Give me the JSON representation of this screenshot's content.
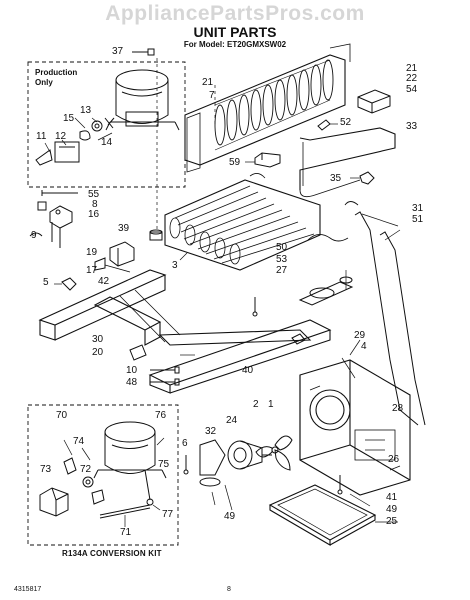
{
  "watermark": "AppliancePartsPros.com",
  "header": {
    "title": "UNIT PARTS",
    "subtitle": "For Model: ET20GMXSW02"
  },
  "annotations": {
    "production_only": [
      "Production",
      "Only"
    ],
    "conversion_kit": "R134A CONVERSION KIT"
  },
  "footer": {
    "doc_number": "4315817",
    "page_number": "8"
  },
  "callouts": [
    "37",
    "21",
    "7",
    "13",
    "15",
    "11",
    "12",
    "14",
    "21",
    "22",
    "54",
    "52",
    "33",
    "59",
    "35",
    "55",
    "8",
    "16",
    "9",
    "39",
    "3",
    "19",
    "17",
    "42",
    "5",
    "50",
    "53",
    "27",
    "31",
    "51",
    "30",
    "20",
    "10",
    "48",
    "29",
    "4",
    "40",
    "70",
    "76",
    "74",
    "73",
    "72",
    "75",
    "71",
    "77",
    "6",
    "32",
    "24",
    "2",
    "1",
    "49",
    "28",
    "26",
    "41",
    "49",
    "25"
  ]
}
